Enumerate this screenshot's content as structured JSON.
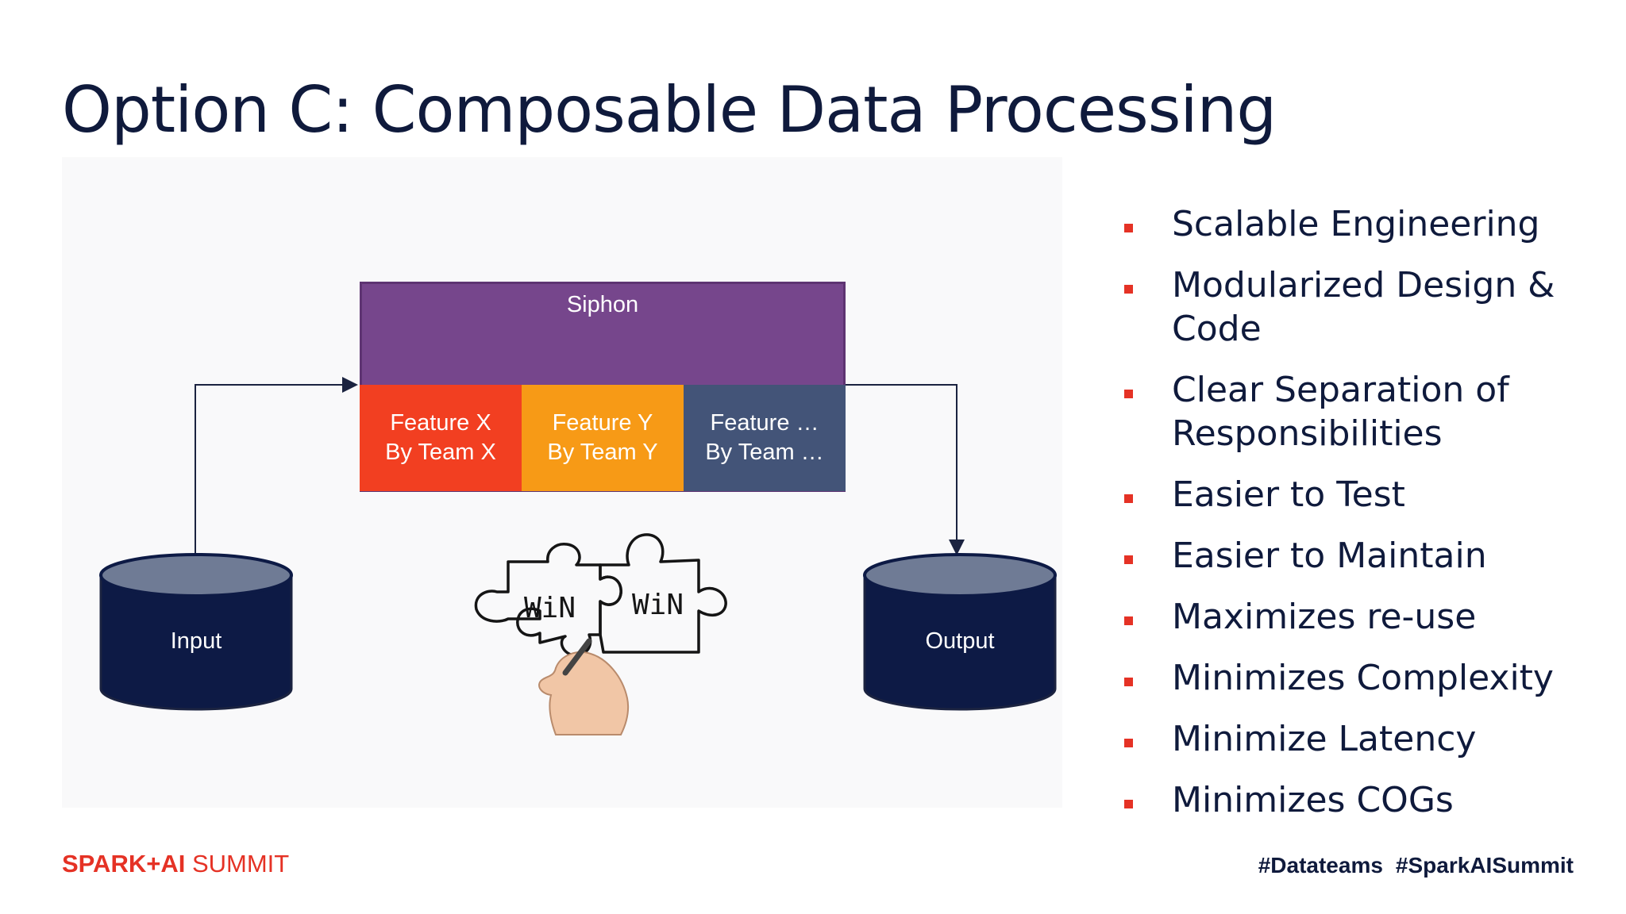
{
  "slide": {
    "title": "Option C: Composable Data Processing"
  },
  "diagram": {
    "siphon_label": "Siphon",
    "features": [
      {
        "line1": "Feature X",
        "line2": "By Team X"
      },
      {
        "line1": "Feature Y",
        "line2": "By Team Y"
      },
      {
        "line1": "Feature …",
        "line2": "By Team …"
      }
    ],
    "input_label": "Input",
    "output_label": "Output",
    "puzzle_words": [
      "WiN",
      "WiN"
    ],
    "colors": {
      "siphon": "#76468c",
      "feature_x": "#f23f21",
      "feature_y": "#f79a16",
      "feature_other": "#435478",
      "database": "#0d1a45"
    }
  },
  "bullets": [
    "Scalable Engineering",
    "Modularized Design & Code",
    "Clear Separation of Responsibilities",
    "Easier to Test",
    "Easier to Maintain",
    "Maximizes re-use",
    "Minimizes Complexity",
    "Minimize Latency",
    "Minimizes COGs"
  ],
  "footer": {
    "logo_bold": "SPARK+AI",
    "logo_light": " SUMMIT",
    "hashtag1": "#Datateams",
    "hashtag2": "#SparkAISummit"
  }
}
